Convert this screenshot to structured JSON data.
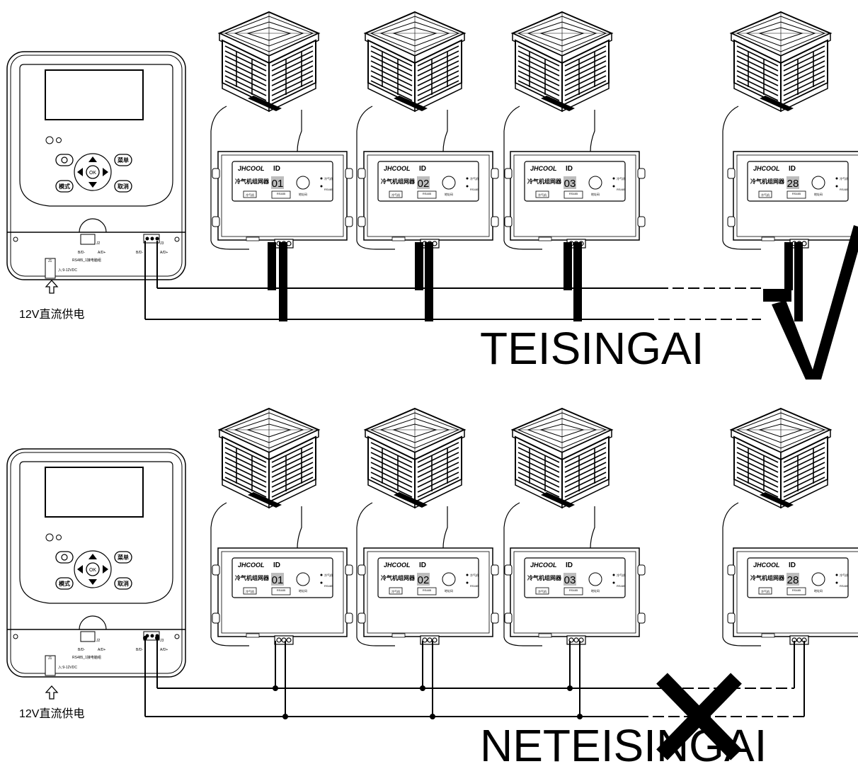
{
  "panels": [
    {
      "verdict": "TEISINGAI",
      "mark": "check",
      "controller": {
        "button_mode": "模式",
        "button_menu": "菜单",
        "button_cancel": "取消",
        "button_ok": "OK",
        "port_j2": "J2",
        "port_j3": "J3",
        "port_j1": "J1",
        "label_bd": "B/D-",
        "label_ad": "A/D+",
        "label_bd_j3": "B/D-",
        "label_ad_j3": "A/D+",
        "rs485_label": "RS485_1接电脑组",
        "power_in_label": "入:9-12VDC"
      },
      "power_label": "12V直流供电",
      "units": [
        {
          "brand": "JHCOOL",
          "id_title": "ID",
          "module_label": "冷气机组网器",
          "id": "01",
          "btn": "冷气机",
          "port_txt": "RS485",
          "knob_txt": "地址码",
          "led1": "冷气机",
          "led2": "RS485"
        },
        {
          "brand": "JHCOOL",
          "id_title": "ID",
          "module_label": "冷气机组网器",
          "id": "02",
          "btn": "冷气机",
          "port_txt": "RS485",
          "knob_txt": "地址码",
          "led1": "冷气机",
          "led2": "RS485"
        },
        {
          "brand": "JHCOOL",
          "id_title": "ID",
          "module_label": "冷气机组网器",
          "id": "03",
          "btn": "冷气机",
          "port_txt": "RS485",
          "knob_txt": "地址码",
          "led1": "冷气机",
          "led2": "RS485"
        },
        {
          "brand": "JHCOOL",
          "id_title": "ID",
          "module_label": "冷气机组网器",
          "id": "28",
          "btn": "冷气机",
          "port_txt": "RS485",
          "knob_txt": "地址码",
          "led1": "冷气机",
          "led2": "RS485"
        }
      ]
    },
    {
      "verdict": "NETEISINGAI",
      "mark": "cross",
      "controller": {
        "button_mode": "模式",
        "button_menu": "菜单",
        "button_cancel": "取消",
        "button_ok": "OK",
        "port_j2": "J2",
        "port_j3": "J3",
        "port_j1": "J1",
        "label_bd": "B/D-",
        "label_ad": "A/D+",
        "label_bd_j3": "B/D-",
        "label_ad_j3": "A/D+",
        "rs485_label": "RS485_1接电脑组",
        "power_in_label": "入:9-12VDC"
      },
      "power_label": "12V直流供电",
      "units": [
        {
          "brand": "JHCOOL",
          "id_title": "ID",
          "module_label": "冷气机组网器",
          "id": "01",
          "btn": "冷气机",
          "port_txt": "RS485",
          "knob_txt": "地址码",
          "led1": "冷气机",
          "led2": "RS485"
        },
        {
          "brand": "JHCOOL",
          "id_title": "ID",
          "module_label": "冷气机组网器",
          "id": "02",
          "btn": "冷气机",
          "port_txt": "RS485",
          "knob_txt": "地址码",
          "led1": "冷气机",
          "led2": "RS485"
        },
        {
          "brand": "JHCOOL",
          "id_title": "ID",
          "module_label": "冷气机组网器",
          "id": "03",
          "btn": "冷气机",
          "port_txt": "RS485",
          "knob_txt": "地址码",
          "led1": "冷气机",
          "led2": "RS485"
        },
        {
          "brand": "JHCOOL",
          "id_title": "ID",
          "module_label": "冷气机组网器",
          "id": "28",
          "btn": "冷气机",
          "port_txt": "RS485",
          "knob_txt": "地址码",
          "led1": "冷气机",
          "led2": "RS485"
        }
      ]
    }
  ]
}
